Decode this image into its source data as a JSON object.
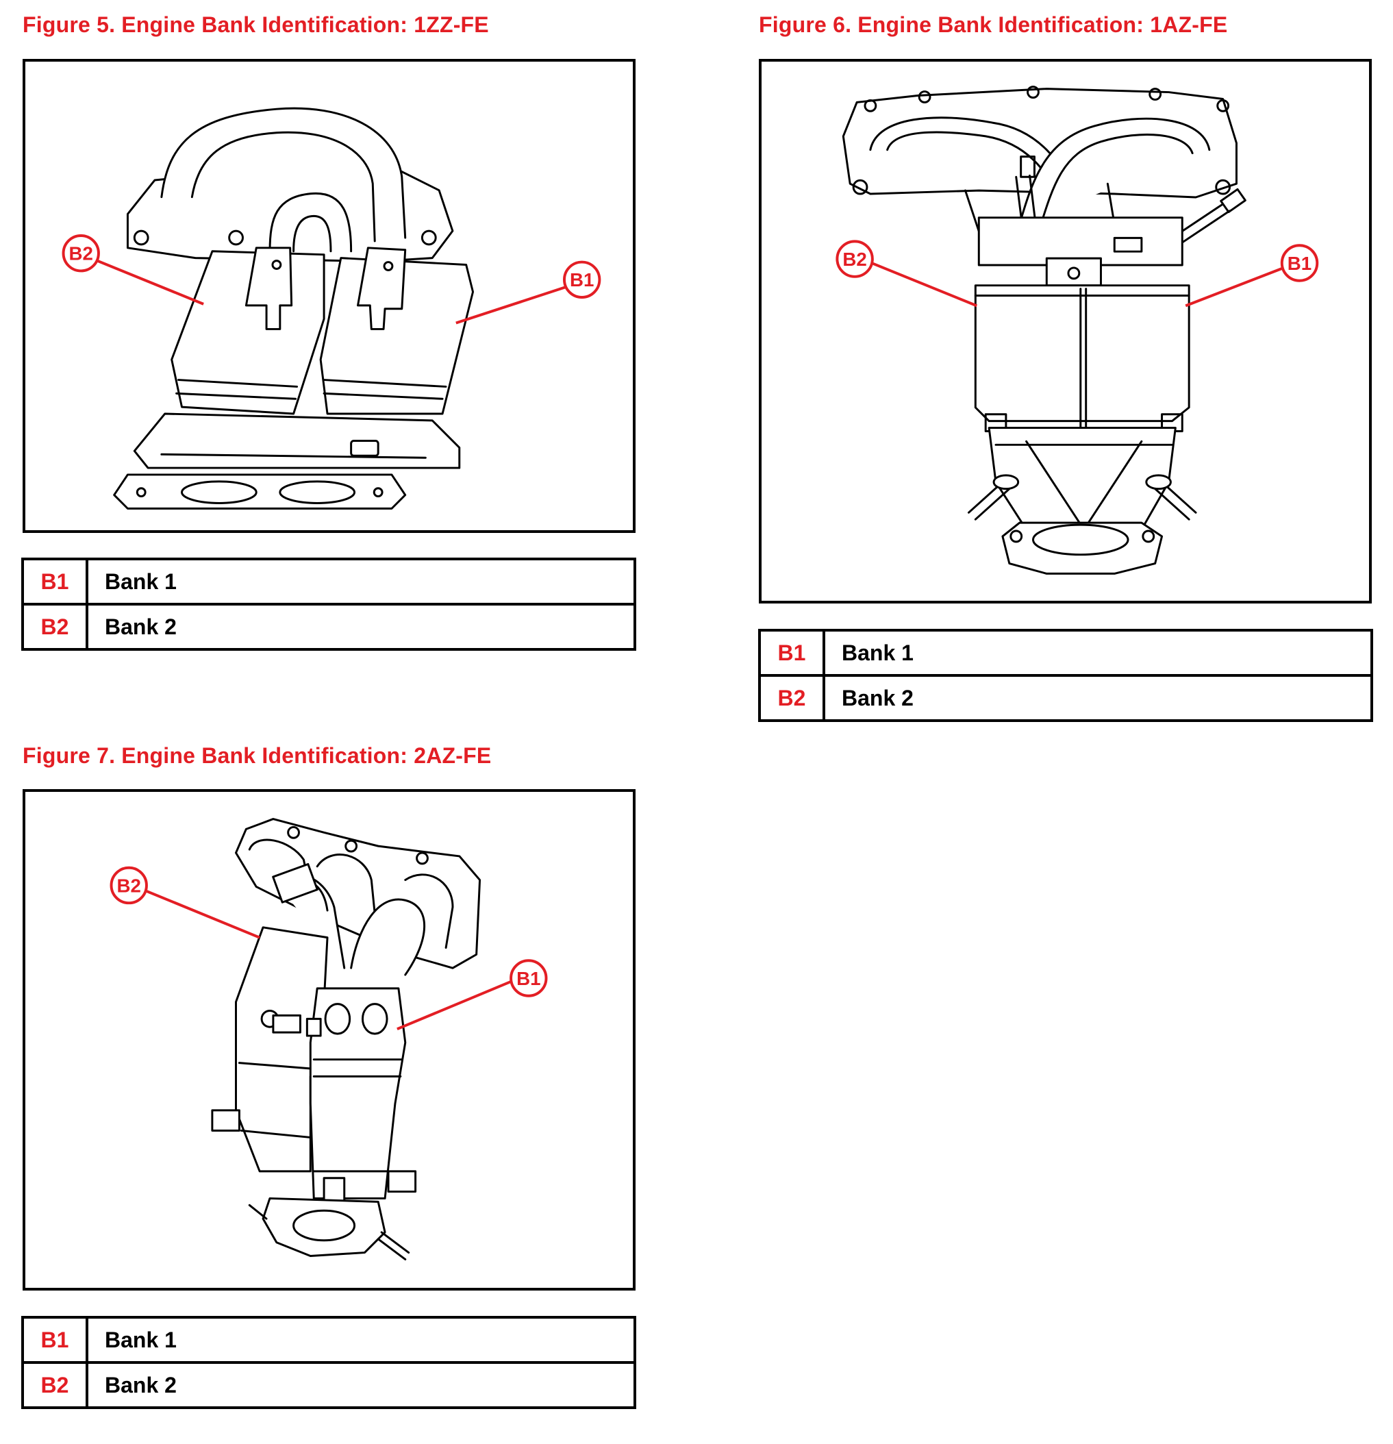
{
  "figures": [
    {
      "title": "Figure 5.  Engine Bank Identification:  1ZZ-FE",
      "legend": [
        {
          "code": "B1",
          "label": "Bank 1"
        },
        {
          "code": "B2",
          "label": "Bank 2"
        }
      ]
    },
    {
      "title": "Figure 6.  Engine Bank Identification:  1AZ-FE",
      "legend": [
        {
          "code": "B1",
          "label": "Bank 1"
        },
        {
          "code": "B2",
          "label": "Bank 2"
        }
      ]
    },
    {
      "title": "Figure 7.  Engine Bank Identification:  2AZ-FE",
      "legend": [
        {
          "code": "B1",
          "label": "Bank 1"
        },
        {
          "code": "B2",
          "label": "Bank 2"
        }
      ]
    }
  ],
  "colors": {
    "accent": "#e31e24",
    "line": "#000000"
  }
}
